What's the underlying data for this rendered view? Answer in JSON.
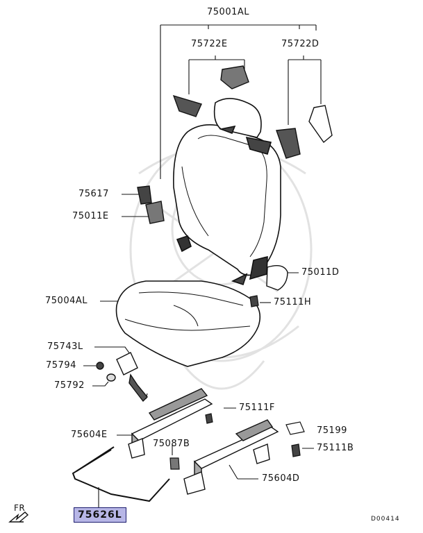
{
  "diagram": {
    "parts": {
      "p75001AL": "75001AL",
      "p75722E": "75722E",
      "p75722D": "75722D",
      "p75617": "75617",
      "p75011E": "75011E",
      "p75011D": "75011D",
      "p75004AL": "75004AL",
      "p75111H": "75111H",
      "p75743L": "75743L",
      "p75794": "75794",
      "p75792": "75792",
      "p75111F": "75111F",
      "p75604E": "75604E",
      "p75087B": "75087B",
      "p75199": "75199",
      "p75111B": "75111B",
      "p75604D": "75604D",
      "p75626L": "75626L"
    },
    "direction_label": "FR",
    "figure_code": "D00414"
  },
  "colors": {
    "highlight": "#b7b6e6",
    "line": "#111111",
    "watermark": "#dcdcdc"
  }
}
